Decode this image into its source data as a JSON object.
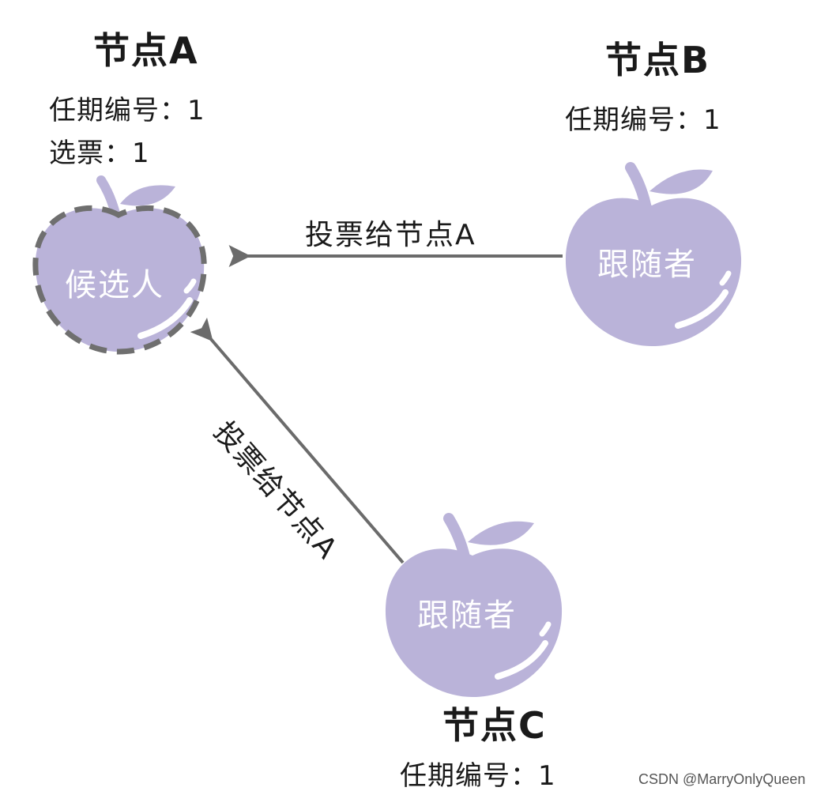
{
  "colors": {
    "apple": "#bab3d9",
    "arrow": "#6b6b6b",
    "text": "#1a1a1a"
  },
  "nodes": {
    "a": {
      "title": "节点A",
      "term": "任期编号：1",
      "votes": "选票：1",
      "role": "候选人"
    },
    "b": {
      "title": "节点B",
      "term": "任期编号：1",
      "role": "跟随者"
    },
    "c": {
      "title": "节点C",
      "term": "任期编号：1",
      "role": "跟随者"
    }
  },
  "edges": {
    "b_to_a": "投票给节点A",
    "c_to_a": "投票给节点A"
  },
  "watermark": "CSDN @MarryOnlyQueen"
}
